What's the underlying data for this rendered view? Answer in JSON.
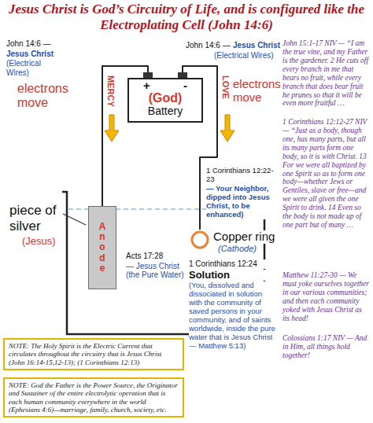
{
  "diagram": {
    "title": "Jesus Christ is God’s Circuitry of Life, and is configured like the Electroplating Cell (John 14:6)",
    "nodes": [
      {
        "text": [
          "+",
          "-",
          "(God)",
          "Battery"
        ]
      },
      {
        "text": [
          "Anode"
        ]
      },
      {
        "text": [
          "Copper ring",
          "(Cathode)"
        ]
      },
      {
        "text": [
          "NOTE: The Holy Spirit is the Electric Current that circulates throughout the circuitry that is Jesus Christ (John 16:14-15,12-13); (1 Corinthians 12:13)"
        ]
      },
      {
        "text": [
          "NOTE: God the Father is the Power Source, the Originator and Sustainer of the entire electrolytic operation that is each human community everywhere in the world (Ephesians 4:6)—marriage, family, church, society, etc."
        ]
      }
    ],
    "edges": [
      {
        "from": 0,
        "to": 1,
        "arrow": "none"
      },
      {
        "from": 0,
        "to": 2,
        "arrow": "none"
      }
    ],
    "labels": [
      "John 14:6 —",
      "Jesus Christ",
      "(Electrical Wires)",
      "John 14:6 —",
      "Jesus Christ",
      "(Electrical Wires)",
      "electrons move",
      "electrons move",
      "MERCY",
      "LOVE",
      "piece of silver",
      "(Jesus)",
      "1 Corinthians 12:22-23",
      "— Your Neighbor, dipped into Jesus Christ, to be enhanced)",
      "Acts 17:28",
      "— Jesus Christ (the Pure Water)",
      "1 Corinthians 12:24",
      "Solution",
      "(You, dissolved and dissociated in solution with the community of saved persons in your community, and of saints worldwide, inside the pure water that is Jesus Christ — Matthew 5:13)",
      "John 15:1-17 NIV — “I am the true vine, and my Father is the gardener. 2 He cuts off every branch in me that bears no fruit, while every branch that does bear fruit he prunes so that it will be even more fruitful …",
      "1 Corinthians 12:12-27 NIV— “Just as a body, though one, has many parts, but all its many parts form one body, so it is with Christ. 13 For we were all baptized by one Spirit so as to form one body—whether Jews or Gentiles, slave or free—and we were all given the one Spirit to drink. 14 Even so the body is not made up of one part but of many …",
      "Matthew 11:27-30 — We must yoke ourselves together in our various communities; and then each community yoked with Jesus Christ as its head!",
      "Colossians 1:17 NIV — And in Him, all things hold together!"
    ]
  }
}
